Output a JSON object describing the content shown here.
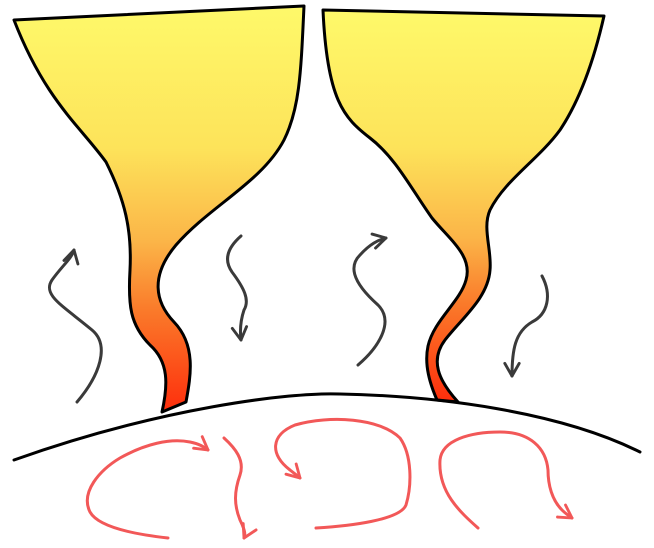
{
  "diagram": {
    "colors": {
      "background": "#ffffff",
      "outline": "#000000",
      "funnel_top": "#fef96a",
      "funnel_mid": "#fbb548",
      "funnel_base": "#fe3a10",
      "surface_arrows": "#3a3a3a",
      "interior_arrows": "#f25858"
    },
    "elements": [
      "left-flux-funnel",
      "right-flux-funnel",
      "surface-arc",
      "surface-arrows",
      "interior-flow-arrows"
    ]
  }
}
